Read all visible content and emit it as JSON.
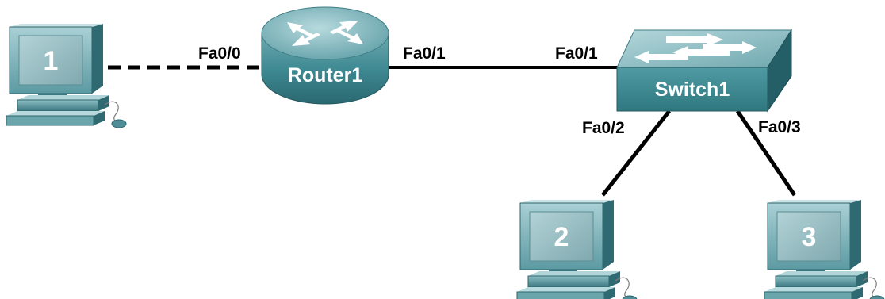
{
  "diagram": {
    "devices": {
      "pc1": {
        "label": "1"
      },
      "pc2": {
        "label": "2"
      },
      "pc3": {
        "label": "3"
      },
      "router": {
        "label": "Router1"
      },
      "switch": {
        "label": "Switch1"
      }
    },
    "ports": {
      "router_fa00": "Fa0/0",
      "router_fa01": "Fa0/1",
      "switch_fa01": "Fa0/1",
      "switch_fa02": "Fa0/2",
      "switch_fa03": "Fa0/3"
    },
    "links": [
      {
        "from": "pc1",
        "to": "router",
        "style": "dashed"
      },
      {
        "from": "router",
        "to": "switch",
        "style": "solid"
      },
      {
        "from": "switch",
        "to": "pc2",
        "style": "solid"
      },
      {
        "from": "switch",
        "to": "pc3",
        "style": "solid"
      }
    ],
    "colors": {
      "device_teal": "#3f8a93",
      "device_light": "#9fc9cf",
      "device_dark": "#1f5a62",
      "screen": "#8fb7bd",
      "link": "#000000"
    }
  }
}
